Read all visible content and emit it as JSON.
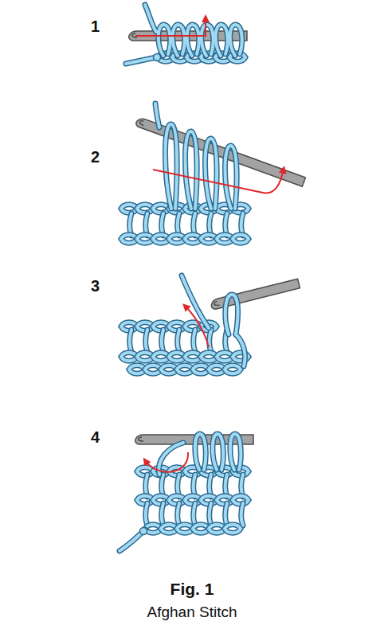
{
  "diagram": {
    "caption": "Fig. 1",
    "labels": [
      "1",
      "2",
      "3",
      "4",
      "Afghan Stitch"
    ]
  }
}
